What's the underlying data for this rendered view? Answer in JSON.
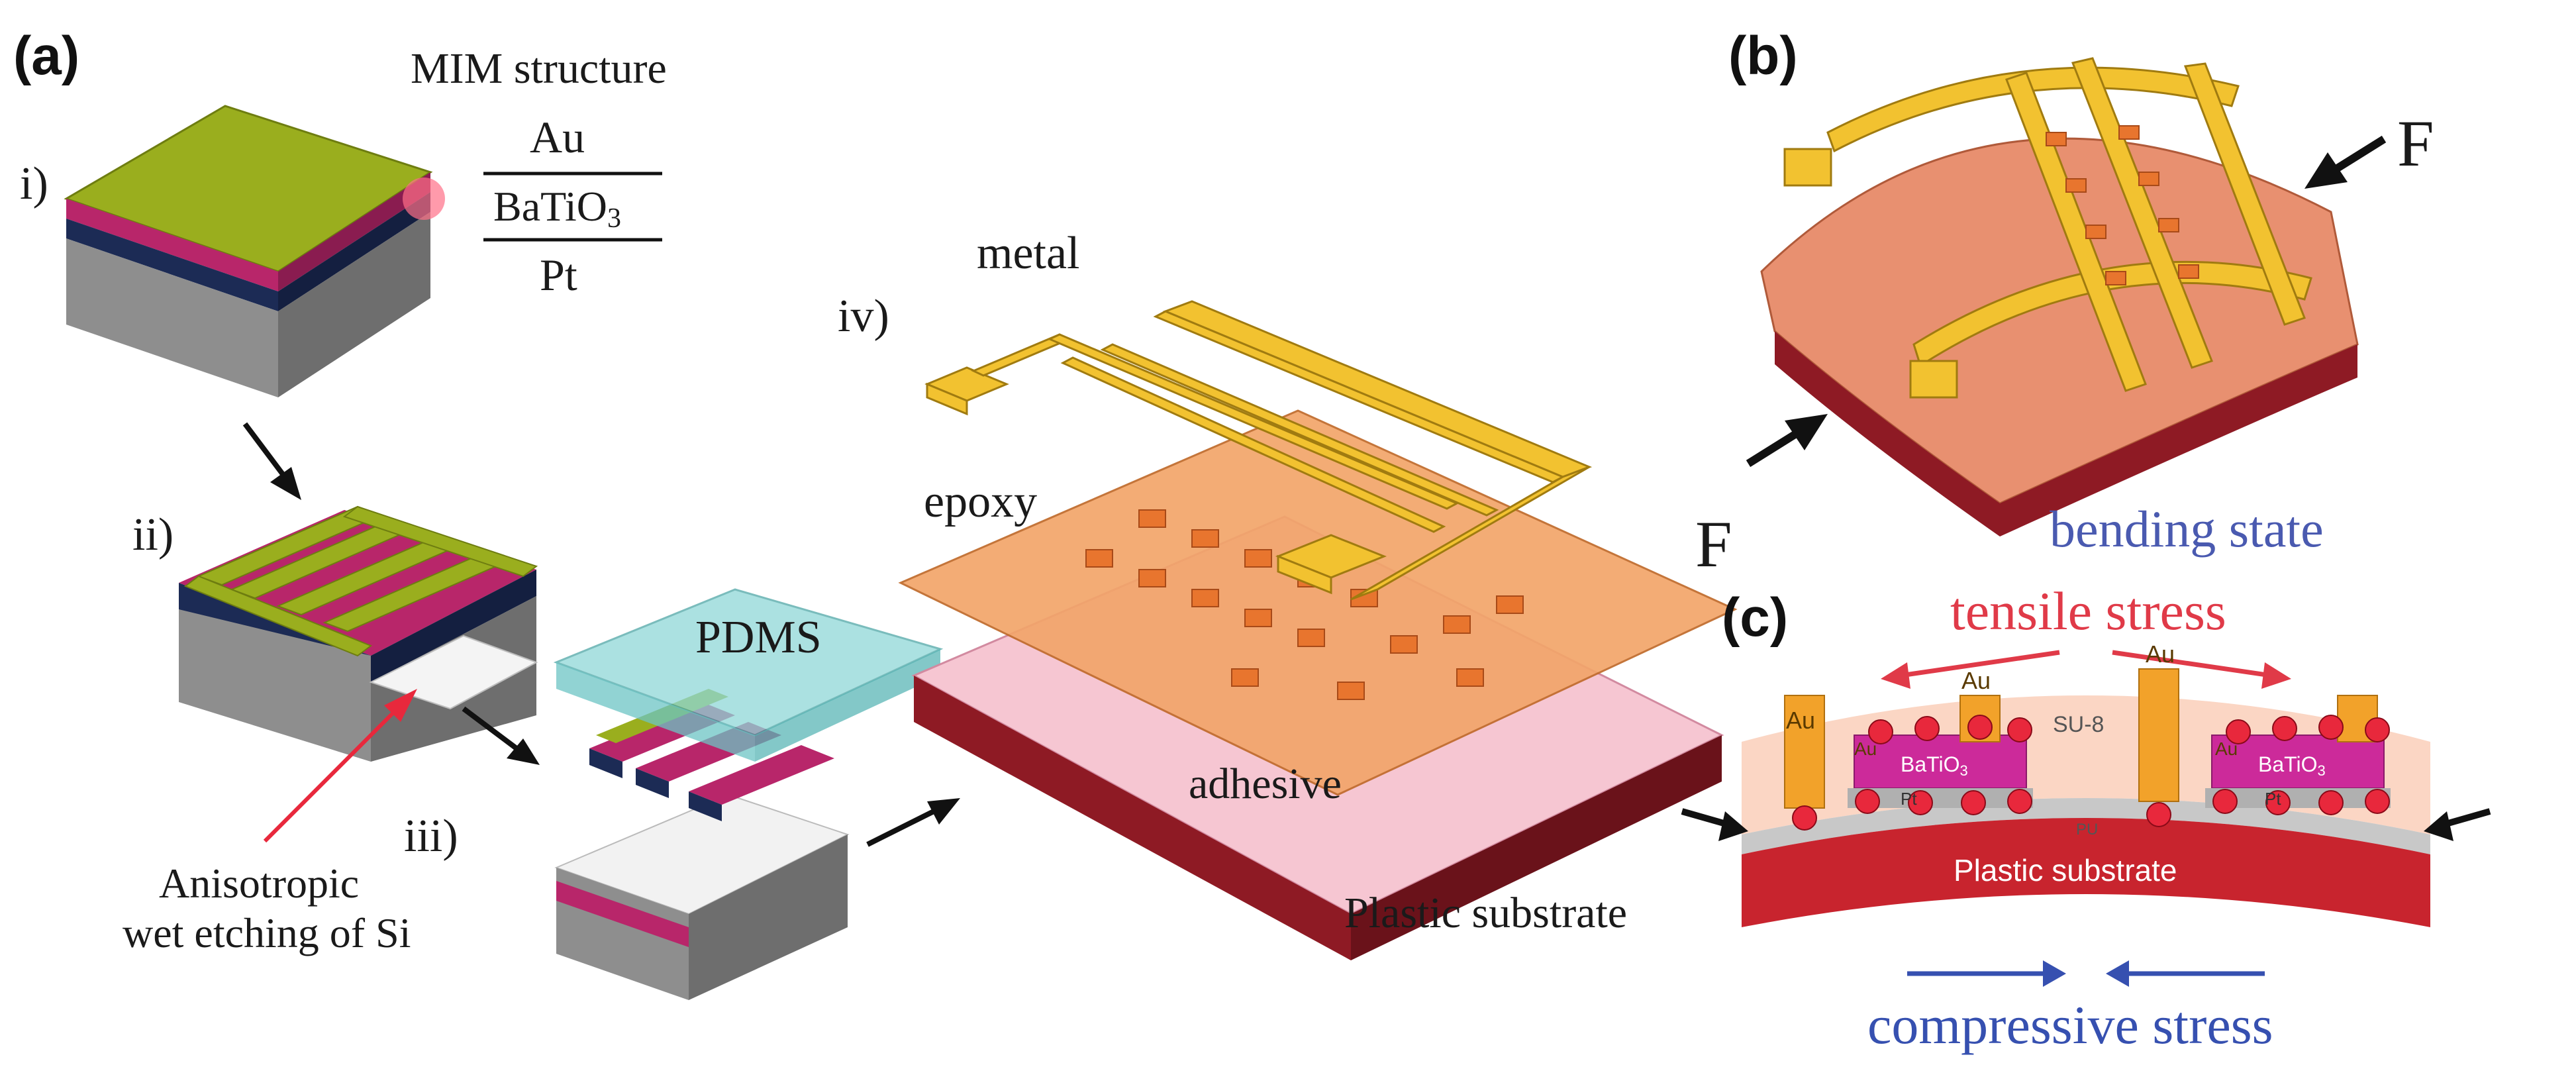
{
  "panels": {
    "a": "(a)",
    "b": "(b)",
    "c": "(c)"
  },
  "steps": {
    "i": "i)",
    "ii": "ii)",
    "iii": "iii)",
    "iv": "iv)"
  },
  "mim": {
    "title": "MIM structure",
    "top": "Au",
    "middle": "BaTiO",
    "middle_sub": "3",
    "bottom": "Pt"
  },
  "labels_a": {
    "etching_line1": "Anisotropic",
    "etching_line2": "wet etching of Si",
    "pdms": "PDMS",
    "metal": "metal",
    "epoxy": "epoxy",
    "adhesive": "adhesive",
    "plastic": "Plastic substrate"
  },
  "labels_b": {
    "force": "F",
    "state": "bending state"
  },
  "labels_c": {
    "tensile": "tensile stress",
    "compressive": "compressive stress",
    "au": "Au",
    "batio": "BaTiO",
    "batio_sub": "3",
    "pt": "Pt",
    "su8": "SU-8",
    "pu": "PU",
    "substrate": "Plastic substrate"
  },
  "colors": {
    "olive": "#9aae1e",
    "magenta": "#b8266a",
    "gray": "#9a9a9a",
    "orange": "#f2a56a",
    "gold": "#f2c230",
    "pink": "#f6c6d2",
    "darkred": "#8e1a24",
    "tensile": "#e03a48",
    "compressive": "#3650b0",
    "cyan": "#8fd8d8"
  }
}
